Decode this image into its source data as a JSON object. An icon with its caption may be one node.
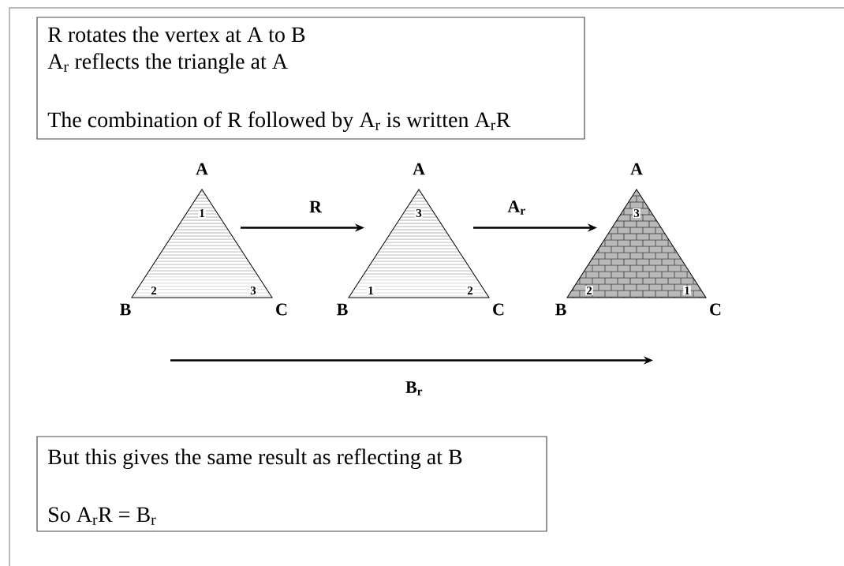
{
  "diagram": {
    "nodes": [
      {
        "text": [
          "R rotates the vertex at A to B",
          "A$_{r}$ reflects the triangle at A",
          "The combination of R followed by A$_{r}$ is written A$_{r}$R"
        ]
      },
      {
        "text": [
          "1",
          "2",
          "3"
        ],
        "beside": [
          "A",
          "B",
          "C"
        ]
      },
      {
        "text": [
          "3",
          "1",
          "2"
        ],
        "beside": [
          "A",
          "B",
          "C"
        ]
      },
      {
        "text": [
          "3",
          "2",
          "1"
        ],
        "beside": [
          "A",
          "B",
          "C"
        ]
      },
      {
        "text": [
          "But this gives the same result as reflecting at B",
          "So A$_{r}$R = B$_{r}$"
        ]
      }
    ],
    "edges": [
      {
        "from": 1,
        "to": 2,
        "arrow": "to",
        "label": "R"
      },
      {
        "from": 2,
        "to": 3,
        "arrow": "to",
        "label": "A$_{r}$"
      },
      {
        "from": 1,
        "to": 3,
        "arrow": "to",
        "label": "B$_{r}$"
      }
    ]
  }
}
